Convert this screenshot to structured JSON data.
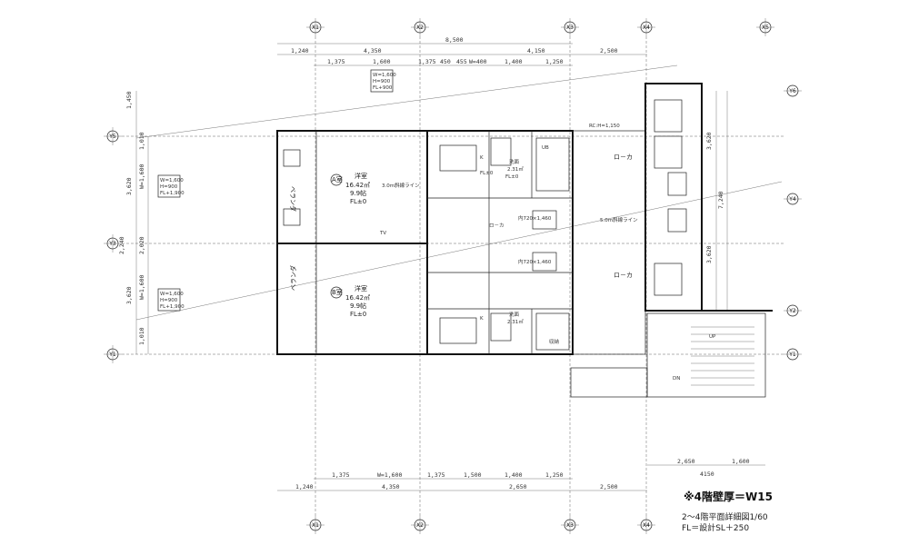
{
  "drawing": {
    "wall_note": "※4階壁厚＝W15",
    "title_line1": "2～4階平面詳細図1/60",
    "title_line2": "FL＝設計SL＋250"
  },
  "axes": {
    "x": [
      "X1",
      "X2",
      "X3",
      "X4",
      "X5"
    ],
    "y": [
      "Y1",
      "Y2",
      "Y3",
      "Y4",
      "Y5",
      "Y6"
    ]
  },
  "dimensions": {
    "top_total": "8,500",
    "top_row2": [
      "1,240",
      "4,350",
      "4,150",
      "2,500"
    ],
    "top_row3": [
      "1,375",
      "1,600",
      "1,375",
      "450",
      "455",
      "W=400",
      "1,400",
      "1,250"
    ],
    "bottom_row1": [
      "1,375",
      "W=1,600",
      "1,375",
      "1,500",
      "1,400",
      "1,250"
    ],
    "bottom_row2": [
      "1,240",
      "4,350",
      "2,650",
      "2,500"
    ],
    "bottom_right": [
      "2,650",
      "1,600",
      "4150"
    ],
    "left_outer": [
      "1,450",
      "3,620",
      "3,620"
    ],
    "left_inner": [
      "1,010",
      "W=1,600",
      "2,020",
      "W=1,600",
      "1,010"
    ],
    "left_mid": "2,240",
    "right_side": [
      "3,620",
      "7,240",
      "3,620"
    ]
  },
  "rooms": {
    "a": {
      "unit": "A室",
      "name": "洋室",
      "area": "16.42㎡",
      "tatami": "9.9帖",
      "fl": "FL±0"
    },
    "b": {
      "unit": "B室",
      "name": "洋室",
      "area": "16.42㎡",
      "tatami": "9.9帖",
      "fl": "FL±0"
    },
    "veranda": "ベランダ",
    "corridor": "ロ－カ",
    "kitchen": "K",
    "wash": "洗面",
    "wash_area": "2.31㎡",
    "ub": "UB",
    "storage": "収納",
    "tv": "TV",
    "stair_up": "UP",
    "stair_dn": "DN"
  },
  "windows": {
    "w1": [
      "W=1,600",
      "H=900",
      "FL+900"
    ],
    "w2": [
      "W=1,600",
      "H=900",
      "FL+1,900"
    ],
    "w3": [
      "W=1,600",
      "H=900",
      "FL+1,900"
    ]
  },
  "annotations": {
    "rc": "RC:H=1,150",
    "slope1": "3.0m斜線ライン",
    "slope2": "5.0m斜線ライン",
    "door": "内720×1,460",
    "kitchen_fl": "FL±0",
    "wash_fl": "FL±0"
  }
}
